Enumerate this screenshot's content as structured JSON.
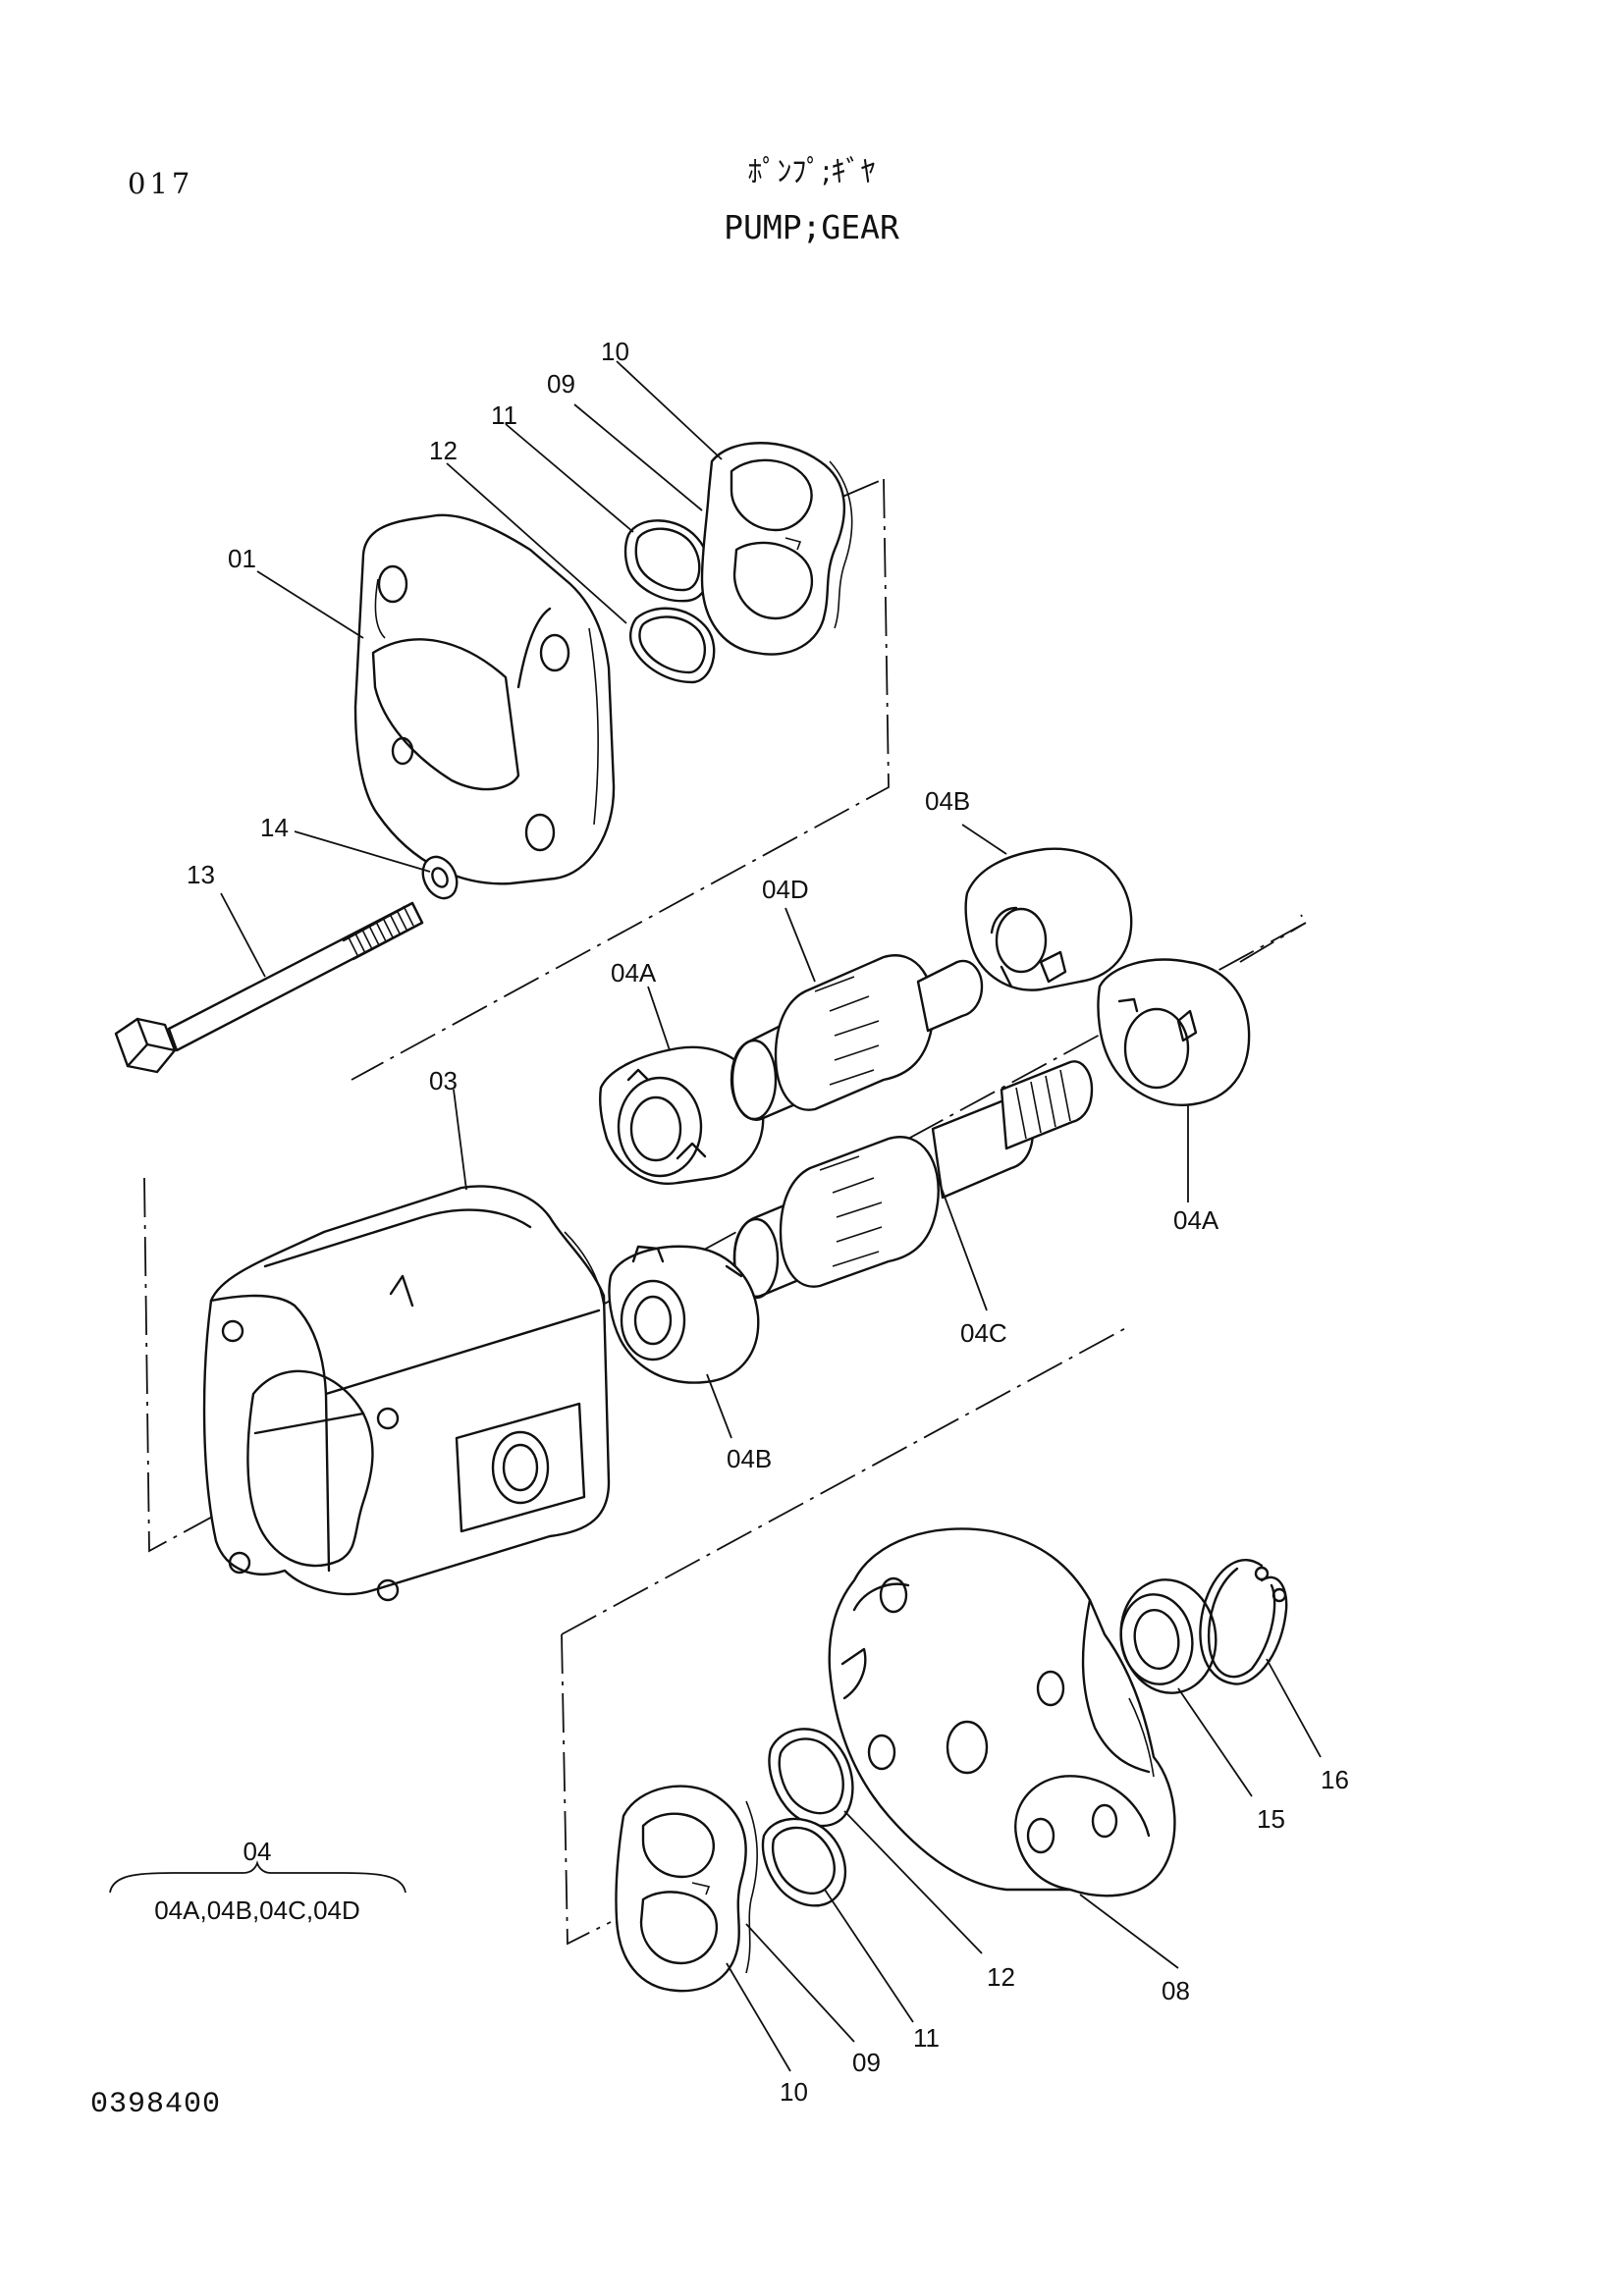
{
  "header": {
    "page_number": "017",
    "title_jp": "ﾎﾟﾝﾌﾟ;ｷﾞﾔ",
    "title_en": "PUMP;GEAR"
  },
  "footer": {
    "figure_number": "0398400"
  },
  "callouts": {
    "c10_top": "10",
    "c09_top": "09",
    "c11_top": "11",
    "c12_top": "12",
    "c01": "01",
    "c14": "14",
    "c13": "13",
    "c04b_top": "04B",
    "c04d": "04D",
    "c04a_left": "04A",
    "c03": "03",
    "c04a_right": "04A",
    "c04c": "04C",
    "c04b_bottom": "04B",
    "c16": "16",
    "c15": "15",
    "c08": "08",
    "c12_bottom": "12",
    "c11_bottom": "11",
    "c09_bottom": "09",
    "c10_bottom": "10"
  },
  "kit_legend": {
    "parent": "04",
    "children": "04A,04B,04C,04D"
  }
}
